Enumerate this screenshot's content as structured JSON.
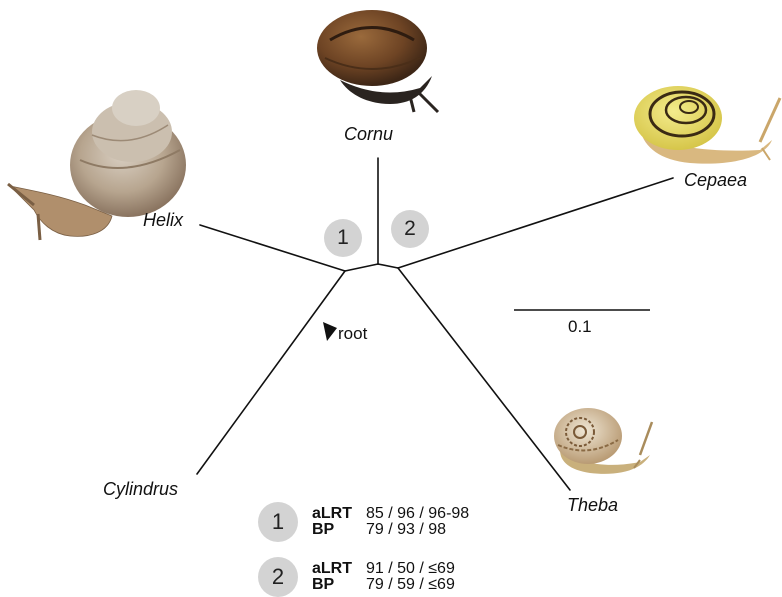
{
  "taxa": {
    "cornu": "Cornu",
    "cepaea": "Cepaea",
    "helix": "Helix",
    "cylindrus": "Cylindrus",
    "theba": "Theba"
  },
  "root_label": "root",
  "scale_bar": {
    "label": "0.1"
  },
  "nodes": [
    {
      "id": "1"
    },
    {
      "id": "2"
    }
  ],
  "support_legend": [
    {
      "node": "1",
      "aLRT_label": "aLRT",
      "aLRT_values": "85 / 96 / 96-98",
      "BP_label": "BP",
      "BP_values": "79 / 93 / 98"
    },
    {
      "node": "2",
      "aLRT_label": "aLRT",
      "aLRT_values": "91 / 50 / ≤69",
      "BP_label": "BP",
      "BP_values": "79 / 59 / ≤69"
    }
  ],
  "colors": {
    "branch": "#111111",
    "node_badge": "#d3d3d3"
  },
  "images": [
    "helix-snail-photo",
    "cornu-snail-photo",
    "cepaea-snail-photo",
    "theba-snail-photo"
  ]
}
